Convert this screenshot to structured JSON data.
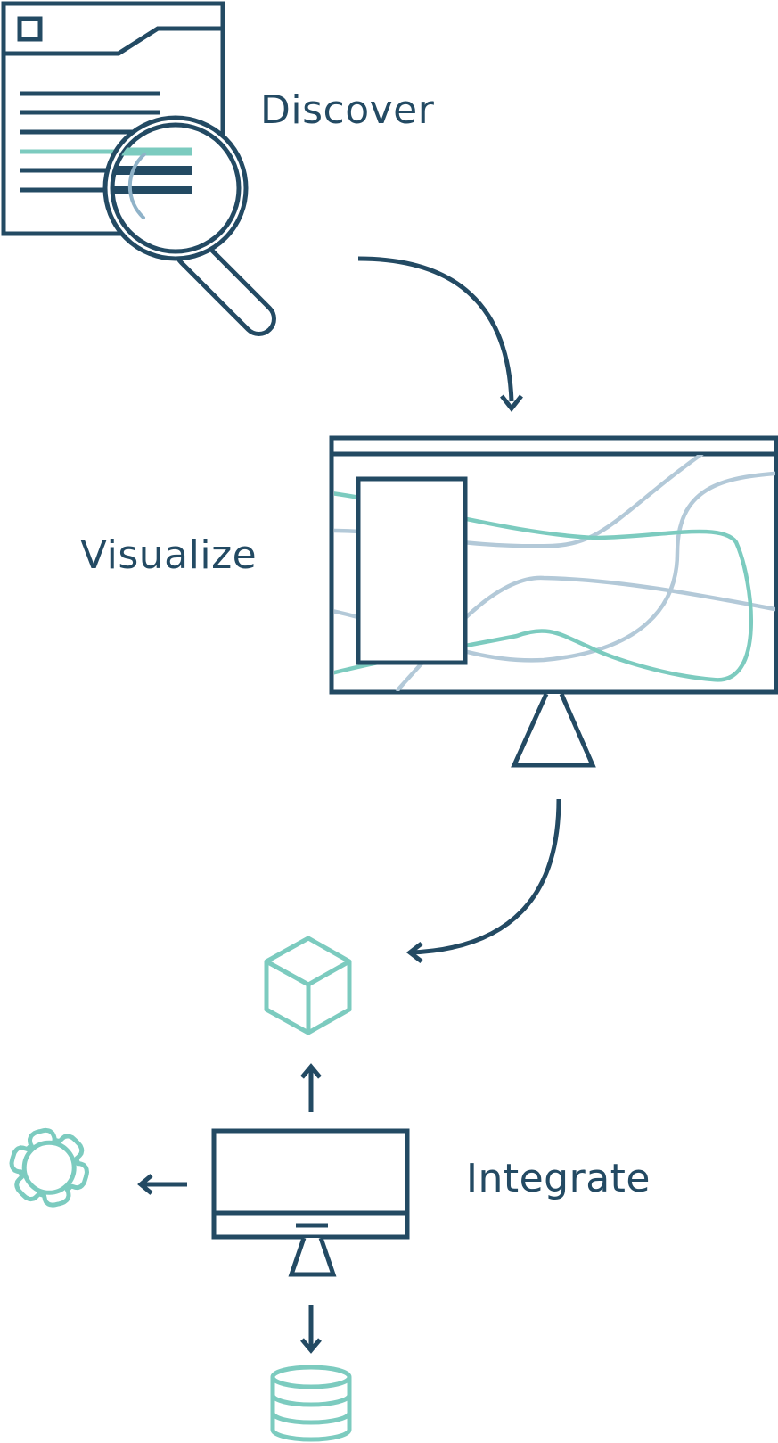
{
  "labels": {
    "discover": "Discover",
    "visualize": "Visualize",
    "integrate": "Integrate"
  },
  "colors": {
    "navy": "#234a63",
    "teal": "#7ccbbf",
    "light_blue": "#b3c9d8",
    "background": "#ffffff"
  },
  "icons": {
    "discover": [
      "document-icon",
      "magnifying-glass-icon"
    ],
    "visualize": [
      "monitor-chart-icon"
    ],
    "integrate": [
      "monitor-icon",
      "cube-icon",
      "gear-icon",
      "database-icon"
    ],
    "connectors": [
      "arrow-curved-icon",
      "arrow-up-icon",
      "arrow-left-icon",
      "arrow-down-icon"
    ]
  }
}
